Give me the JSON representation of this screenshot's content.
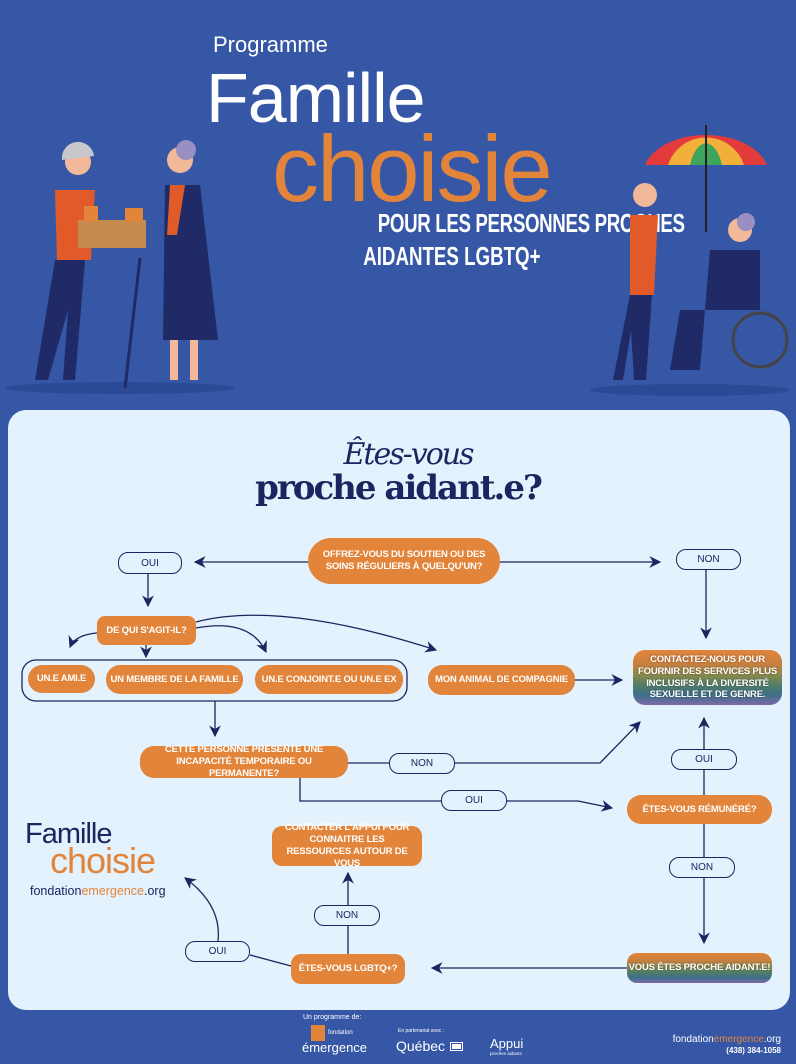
{
  "header": {
    "programme": "Programme",
    "title_line1": "Famille",
    "title_line2": "choisie",
    "subtitle_line1": "POUR LES PERSONNES PROCHES",
    "subtitle_line2": "AIDANTES LGBTQ+"
  },
  "quiz": {
    "title_line1": "Êtes-vous",
    "title_line2": "proche aidant.e?"
  },
  "flow": {
    "q_offrez": "OFFREZ-VOUS DU SOUTIEN OU DES SOINS  RÉGULIERS À  QUELQU'UN?",
    "oui_1": "OUI",
    "non_1": "NON",
    "q_qui": "DE QUI S'AGIT-IL?",
    "opt_ami": "UN.E AMI.E",
    "opt_famille": "UN MEMBRE DE LA FAMILLE",
    "opt_conjoint": "UN.E CONJOINT.E OU UN.E EX",
    "opt_animal": "MON ANIMAL DE COMPAGNIE",
    "contactez": "CONTACTEZ-NOUS POUR FOURNIR DES SERVICES PLUS INCLUSIFS À LA DIVERSITÉ SEXUELLE ET DE GENRE.",
    "q_incapacite": "CETTE PERSONNE PRÉSENTE UNE INCAPACITÉ TEMPORAIRE OU PERMANENTE?",
    "non_2": "NON",
    "oui_2": "OUI",
    "oui_3": "OUI",
    "q_remunere": "ÊTES-VOUS RÉMUNÉRÉ?",
    "non_3": "NON",
    "result": "VOUS ÊTES PROCHE AIDANT.E!",
    "q_lgbtq": "ÊTES-VOUS LGBTQ+?",
    "non_4": "NON",
    "oui_4": "OUI",
    "appui": "CONTACTER L'APPUI POUR CONNAITRE LES RESSOURCES AUTOUR DE VOUS"
  },
  "side_logo": {
    "line1": "Famille",
    "line2": "choisie",
    "url_a": "fondation",
    "url_b": "emergence",
    "url_c": ".org"
  },
  "footer": {
    "programme_de": "Un programme de:",
    "fondation": "fondation",
    "emergence": "émergence",
    "partenariat": "En partenariat avec :",
    "quebec": "Québec",
    "appui": "Appui",
    "appui_sub": "proches aidants",
    "url_a": "fondation",
    "url_b": "emergence",
    "url_c": ".org",
    "phone": "(438) 384-1058"
  },
  "colors": {
    "bg": "#3557a5",
    "panel": "#e3f2fc",
    "orange": "#e2843a",
    "navy": "#1d2460"
  }
}
